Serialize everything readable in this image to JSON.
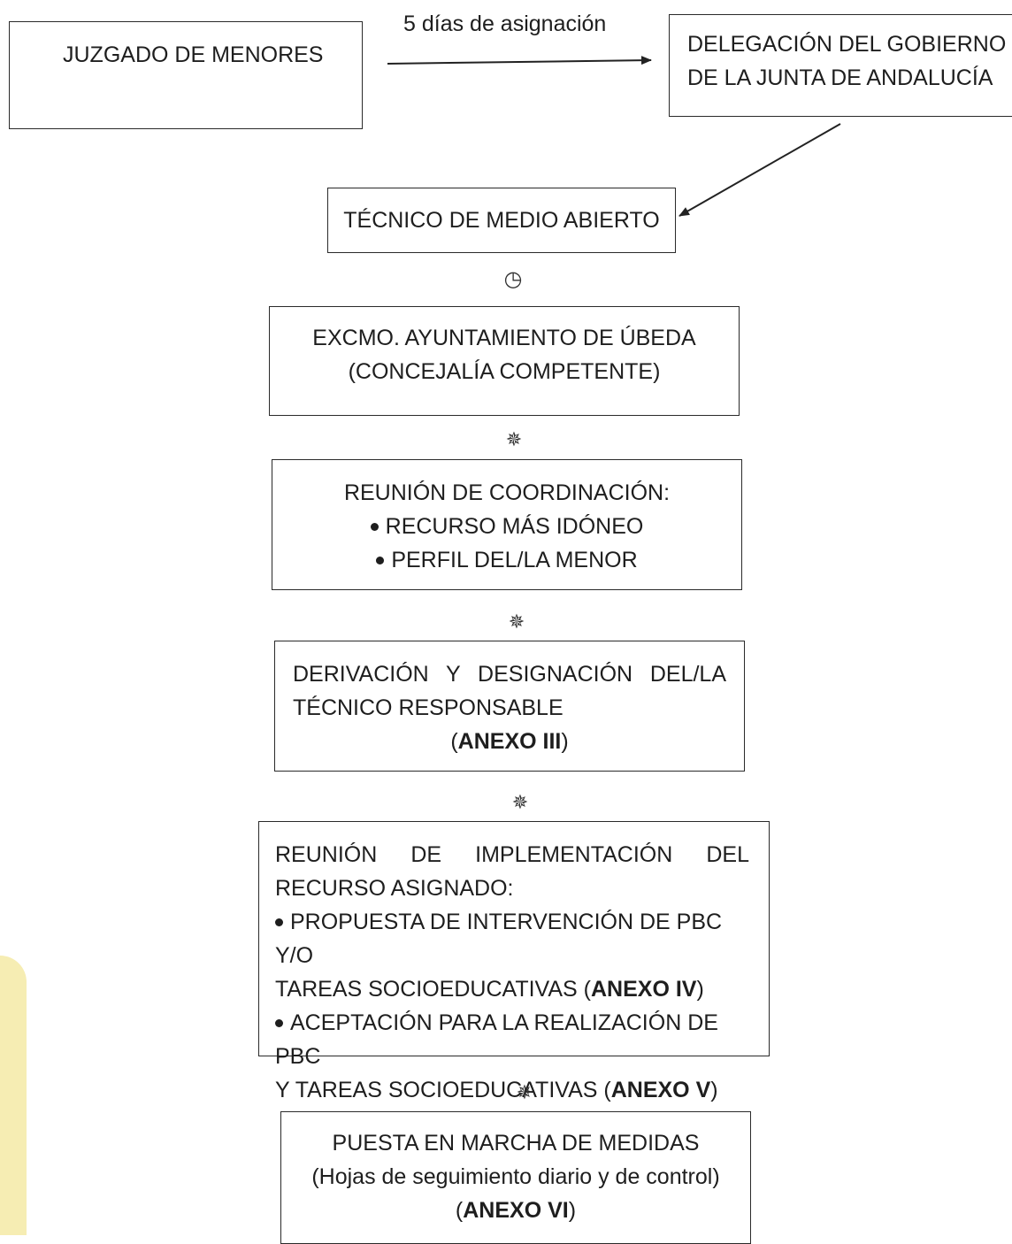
{
  "nodes": {
    "juzgado": {
      "text": "JUZGADO DE MENORES"
    },
    "delegacion": {
      "lines": [
        "DELEGACIÓN DEL GOBIERNO",
        "DE LA JUNTA DE ANDALUCÍA"
      ]
    },
    "tecnico": {
      "text": "TÉCNICO DE MEDIO ABIERTO"
    },
    "ayuntamiento": {
      "lines": [
        "EXCMO. AYUNTAMIENTO DE ÚBEDA",
        "(CONCEJALÍA COMPETENTE)"
      ]
    },
    "coordinacion": {
      "title": "REUNIÓN DE COORDINACIÓN:",
      "bullets": [
        "RECURSO MÁS IDÓNEO",
        "PERFIL DEL/LA MENOR"
      ]
    },
    "derivacion": {
      "line1": "DERIVACIÓN Y DESIGNACIÓN DEL/LA",
      "line2": "TÉCNICO RESPONSABLE",
      "annex": "ANEXO III"
    },
    "implementacion": {
      "line1": "REUNIÓN DE IMPLEMENTACIÓN DEL",
      "line2": "RECURSO ASIGNADO:",
      "bullet1_line1": "PROPUESTA DE INTERVENCIÓN DE PBC Y/O",
      "bullet1_line2": "TAREAS SOCIOEDUCATIVAS (",
      "bullet1_annex": "ANEXO IV",
      "bullet2_line1": "ACEPTACIÓN PARA LA REALIZACIÓN DE PBC",
      "bullet2_line2": "Y TAREAS SOCIOEDUCATIVAS (",
      "bullet2_annex": "ANEXO V"
    },
    "puesta": {
      "line1": "PUESTA EN MARCHA DE MEDIDAS",
      "line2": "(Hojas de seguimiento diario y de control)",
      "annex": "ANEXO VI"
    }
  },
  "edges": {
    "juzgado_to_delegacion": {
      "label": "5 días de asignación"
    }
  },
  "separators": {
    "clock": {
      "glyph": "◷",
      "icon": "clock-icon"
    },
    "star": {
      "glyph": "✵",
      "icon": "star-icon"
    }
  },
  "colors": {
    "border": "#2a2a2a",
    "text": "#1e1e1e",
    "background_mark": "#f6edb3"
  }
}
